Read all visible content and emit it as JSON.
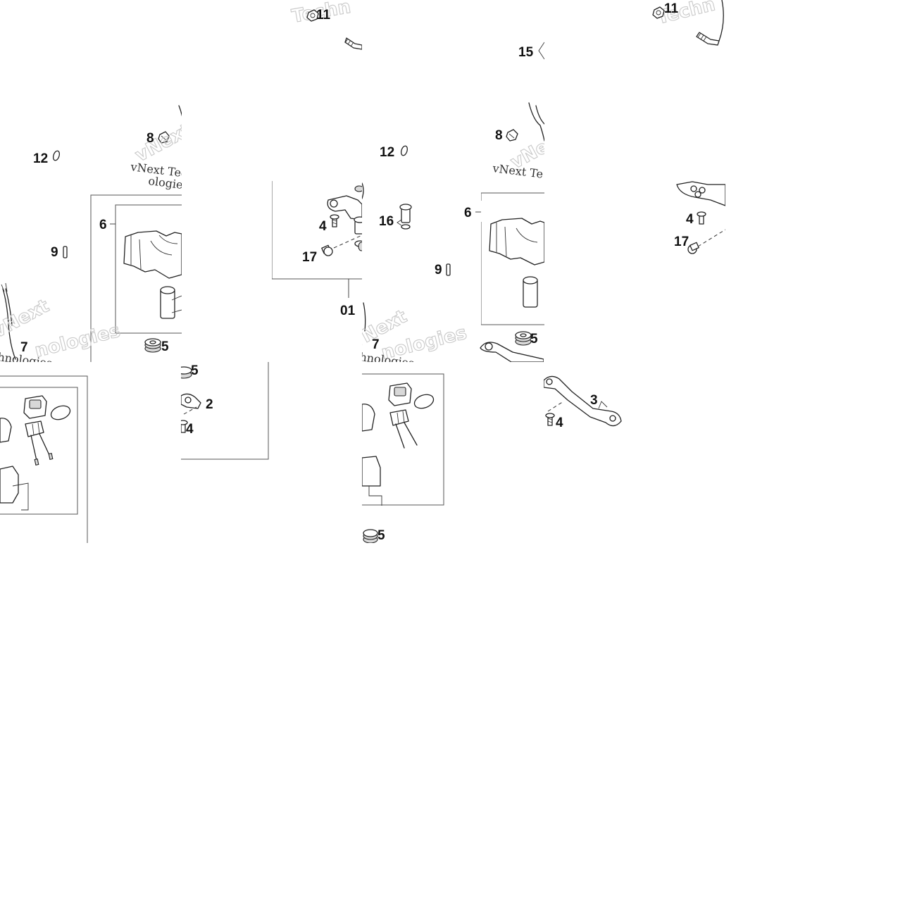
{
  "watermark": {
    "script": "vNext",
    "line1": "Techn",
    "line2": "nologies",
    "serif": "vNext Tec",
    "serif2": "hnologies",
    "serif3": "vNext Te",
    "serif4": "ologies",
    "serif5": "Technologies"
  },
  "callouts": {
    "n11": "11",
    "n15": "15",
    "n8": "8",
    "n12": "12",
    "n6": "6",
    "n9": "9",
    "n7": "7",
    "n5": "5",
    "n2": "2",
    "n4": "4",
    "n16": "16",
    "n17": "17",
    "n01": "01",
    "n3": "3"
  }
}
